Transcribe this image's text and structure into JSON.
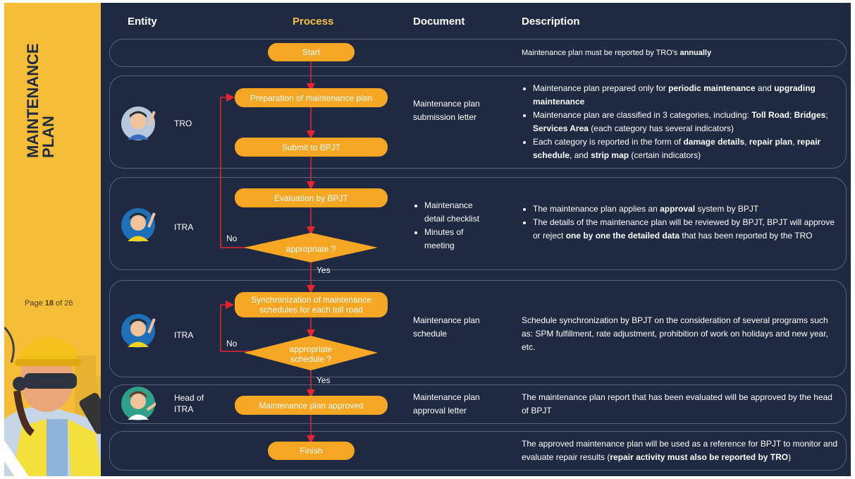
{
  "sidebar": {
    "title_line1": "MAINTENANCE",
    "title_line2": "PLAN",
    "page_prefix": "Page",
    "page_current": "18",
    "page_of": "of 26"
  },
  "headers": {
    "entity": "Entity",
    "process": "Process",
    "document": "Document",
    "description": "Description"
  },
  "rows": {
    "start": {
      "process": "Start",
      "desc_pre": "Maintenance plan must be reported by TRO's ",
      "desc_bold": "annually"
    },
    "tro": {
      "entity": "TRO",
      "process1": "Preparation of maintenance plan",
      "process2": "Submit to BPJT",
      "document": "Maintenance plan submission letter",
      "b1_a": "Maintenance plan prepared only for ",
      "b1_b": "periodic maintenance",
      "b1_c": " and ",
      "b1_d": "upgrading maintenance",
      "b2_a": "Maintenance plan are classified in 3 categories, including: ",
      "b2_b": "Toll Road",
      "b2_c": "; ",
      "b2_d": "Bridges",
      "b2_e": "; ",
      "b2_f": "Services Area",
      "b2_g": " (each category has several indicators)",
      "b3_a": "Each category is reported in the form of ",
      "b3_b": "damage details",
      "b3_c": ", ",
      "b3_d": "repair plan",
      "b3_e": ", ",
      "b3_f": "repair schedule",
      "b3_g": ", and ",
      "b3_h": "strip map",
      "b3_i": " (certain indicators)"
    },
    "itra1": {
      "entity": "ITRA",
      "process": "Evaluation by BPJT",
      "decision": "appropriate ?",
      "no_label": "No",
      "yes_label": "Yes",
      "doc1": "Maintenance detail checklist",
      "doc2": "Minutes of meeting",
      "b1_a": "The maintenance plan applies an ",
      "b1_b": "approval",
      "b1_c": " system by BPJT",
      "b2_a": "The details of the maintenance plan will be reviewed by BPJT, BPJT will approve or reject ",
      "b2_b": "one by one the detailed data",
      "b2_c": " that has been reported by the TRO"
    },
    "itra2": {
      "entity": "ITRA",
      "process": "Synchronization of maintenance schedules for each toll road",
      "decision_l1": "appropriate",
      "decision_l2": "schedule ?",
      "no_label": "No",
      "yes_label": "Yes",
      "document": "Maintenance plan schedule",
      "desc": "Schedule synchronization by BPJT on the consideration of several programs such as: SPM fulfillment, rate adjustment, prohibition of work on holidays and new year, etc."
    },
    "head": {
      "entity": "Head of ITRA",
      "process": "Maintenance plan approved",
      "document": "Maintenance plan approval letter",
      "desc": "The maintenance plan report that has been evaluated will be approved by the head of BPJT"
    },
    "finish": {
      "process": "Finish",
      "desc_pre": "The approved maintenance plan will be used as a reference for BPJT to monitor and evaluate repair results (",
      "desc_bold": "repair activity must also be reported by TRO",
      "desc_post": ")"
    }
  },
  "colors": {
    "sidebar": "#f5be36",
    "background": "#1f2942",
    "process_box": "#f5a623",
    "connector": "#e8252e",
    "process_header": "#f6c043"
  }
}
